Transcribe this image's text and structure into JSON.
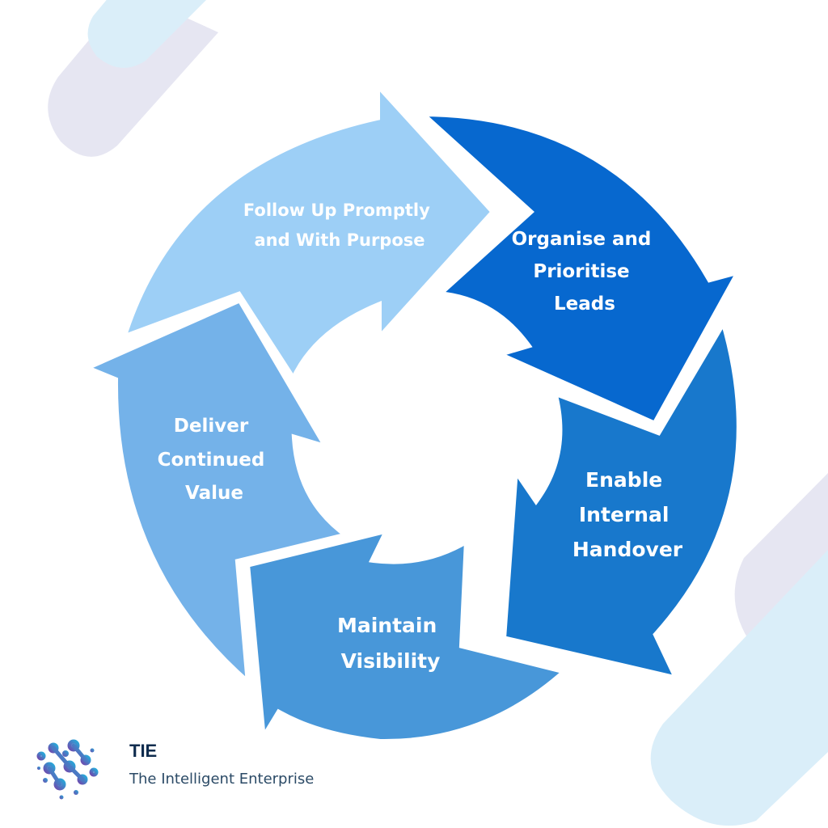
{
  "diagram": {
    "type": "cycle",
    "steps": [
      {
        "id": "organise",
        "lines": [
          "Organise and",
          "Prioritise",
          "Leads"
        ],
        "color": "#0768cf"
      },
      {
        "id": "handover",
        "lines": [
          "Enable",
          "Internal",
          "Handover"
        ],
        "color": "#1878cc"
      },
      {
        "id": "visibility",
        "lines": [
          "Maintain",
          "Visibility"
        ],
        "color": "#4897d9"
      },
      {
        "id": "deliver",
        "lines": [
          "Deliver",
          "Continued",
          "Value"
        ],
        "color": "#74b2e9"
      },
      {
        "id": "followup",
        "lines": [
          "Follow Up Promptly",
          "and With Purpose"
        ],
        "color": "#9dcff6"
      }
    ]
  },
  "decor": {
    "lavender": "#e6e6f2",
    "sky": "#daeef9"
  },
  "brand": {
    "name": "TIE",
    "tagline": "The Intelligent Enterprise",
    "logo_icon": "network-globe-icon"
  }
}
